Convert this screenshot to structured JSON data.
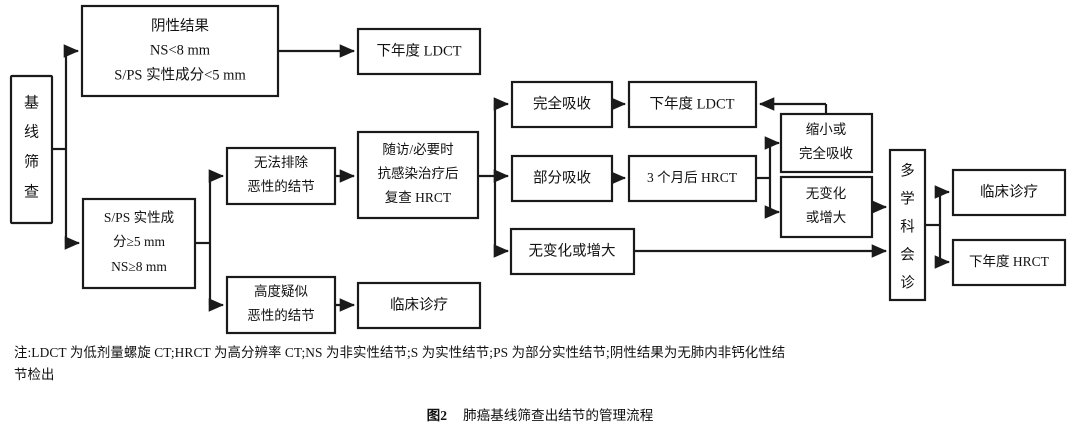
{
  "figure": {
    "caption_label": "图2",
    "caption_title": "肺癌基线筛查出结节的管理流程",
    "note_line1": "注:LDCT 为低剂量螺旋 CT;HRCT 为高分辨率 CT;NS 为非实性结节;S 为实性结节;PS 为部分实性结节;阴性结果为无肺内非钙化性结",
    "note_line2": "节检出"
  },
  "nodes": {
    "baseline": {
      "lines": [
        "基",
        "线",
        "筛",
        "查"
      ]
    },
    "negative": {
      "lines": [
        "阴性结果",
        "NS<8 mm",
        "S/PS 实性成分<5 mm"
      ]
    },
    "ldct_next_1": {
      "lines": [
        "下年度 LDCT"
      ]
    },
    "sps_positive": {
      "lines": [
        "S/PS 实性成",
        "分≥5 mm",
        "NS≥8 mm"
      ]
    },
    "cannot_exclude": {
      "lines": [
        "无法排除",
        "恶性的结节"
      ]
    },
    "high_suspicion": {
      "lines": [
        "高度疑似",
        "恶性的结节"
      ]
    },
    "clinical_1": {
      "lines": [
        "临床诊疗"
      ]
    },
    "followup_hrct": {
      "lines": [
        "随访/必要时",
        "抗感染治疗后",
        "复查 HRCT"
      ]
    },
    "full_absorb": {
      "lines": [
        "完全吸收"
      ]
    },
    "ldct_next_2": {
      "lines": [
        "下年度 LDCT"
      ]
    },
    "partial_absorb": {
      "lines": [
        "部分吸收"
      ]
    },
    "hrct_3m": {
      "lines": [
        "3 个月后 HRCT"
      ]
    },
    "no_change_mid": {
      "lines": [
        "无变化或增大"
      ]
    },
    "shrink_or_absorb": {
      "lines": [
        "缩小或",
        "完全吸收"
      ]
    },
    "no_change_right": {
      "lines": [
        "无变化",
        "或增大"
      ]
    },
    "mdt": {
      "lines": [
        "多",
        "学",
        "科",
        "会",
        "诊"
      ]
    },
    "clinical_2": {
      "lines": [
        "临床诊疗"
      ]
    },
    "hrct_next": {
      "lines": [
        "下年度 HRCT"
      ]
    }
  },
  "colors": {
    "stroke": "#1a1a1a",
    "box_fill": "#ffffff",
    "text": "#111111"
  }
}
